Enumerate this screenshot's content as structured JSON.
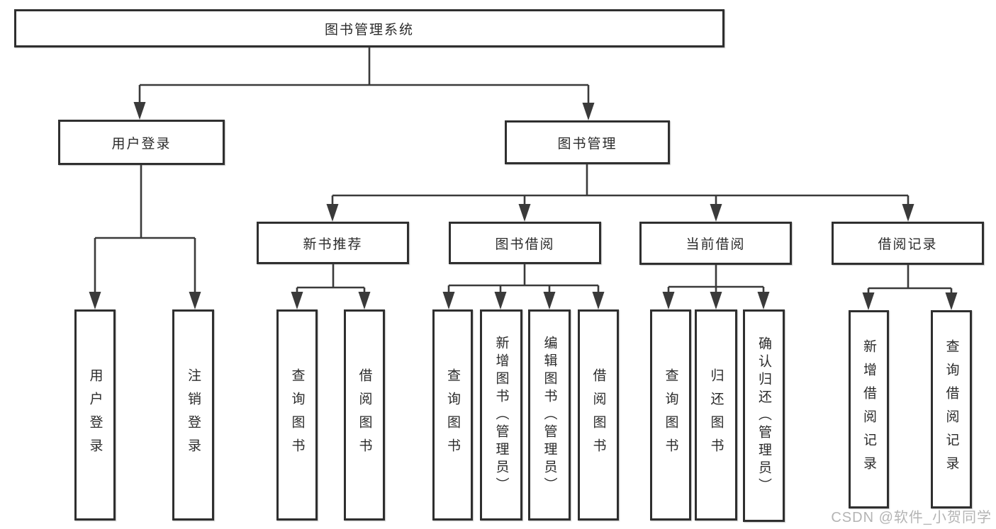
{
  "diagram": {
    "type": "tree",
    "title": "图书管理系统",
    "nodes": [
      {
        "id": "root",
        "label": "图书管理系统",
        "parent": null
      },
      {
        "id": "user-login",
        "label": "用户登录",
        "parent": "root"
      },
      {
        "id": "book-mgmt",
        "label": "图书管理",
        "parent": "root"
      },
      {
        "id": "ul-login",
        "label": "用户登录",
        "parent": "user-login"
      },
      {
        "id": "ul-logout",
        "label": "注销登录",
        "parent": "user-login"
      },
      {
        "id": "new-book-rec",
        "label": "新书推荐",
        "parent": "book-mgmt"
      },
      {
        "id": "book-borrow",
        "label": "图书借阅",
        "parent": "book-mgmt"
      },
      {
        "id": "current-borrow",
        "label": "当前借阅",
        "parent": "book-mgmt"
      },
      {
        "id": "borrow-records",
        "label": "借阅记录",
        "parent": "book-mgmt"
      },
      {
        "id": "nb-query",
        "label": "查询图书",
        "parent": "new-book-rec"
      },
      {
        "id": "nb-borrow",
        "label": "借阅图书",
        "parent": "new-book-rec"
      },
      {
        "id": "bb-query",
        "label": "查询图书",
        "parent": "book-borrow"
      },
      {
        "id": "bb-add",
        "label": "新增图书（管理员）",
        "parent": "book-borrow"
      },
      {
        "id": "bb-edit",
        "label": "编辑图书（管理员）",
        "parent": "book-borrow"
      },
      {
        "id": "bb-borrow",
        "label": "借阅图书",
        "parent": "book-borrow"
      },
      {
        "id": "cb-query",
        "label": "查询图书",
        "parent": "current-borrow"
      },
      {
        "id": "cb-return",
        "label": "归还图书",
        "parent": "current-borrow"
      },
      {
        "id": "cb-confirm",
        "label": "确认归还（管理员）",
        "parent": "current-borrow"
      },
      {
        "id": "br-add",
        "label": "新增借阅记录",
        "parent": "borrow-records"
      },
      {
        "id": "br-query",
        "label": "查询借阅记录",
        "parent": "borrow-records"
      }
    ],
    "colors": {
      "line": "#3a3a3a",
      "box_border": "#2f2f2f",
      "box_fill": "#ffffff",
      "text": "#2b2b2b",
      "background": "#ffffff"
    }
  },
  "watermark": {
    "text": "CSDN @软件_小贺同学",
    "color": "#b4b4b4"
  }
}
